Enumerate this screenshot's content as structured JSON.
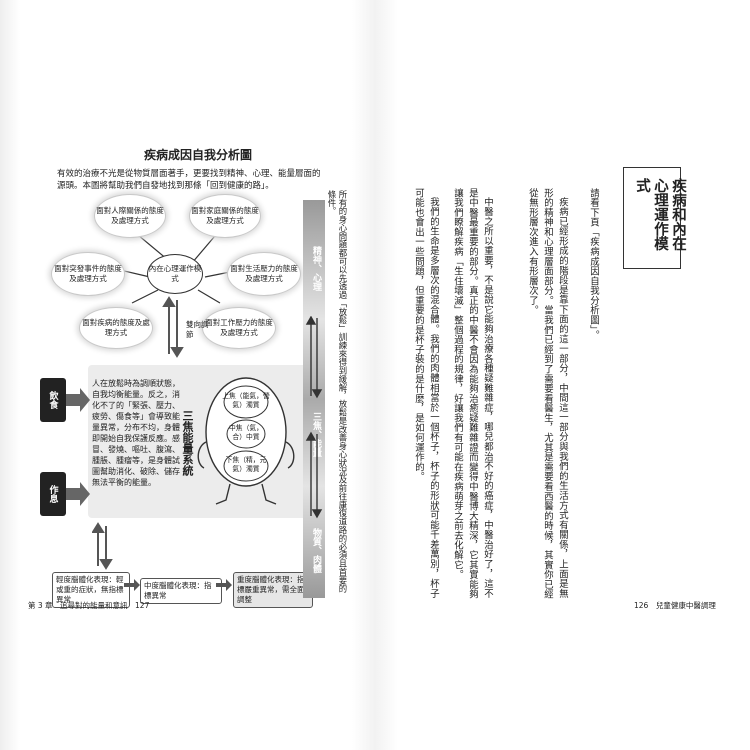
{
  "left_page": {
    "diagram_title": "疾病成因自我分析圖",
    "intro": "有效的治療不光是從物質層面著手，更要找到精神、心理、能量層面的源頭。本圖將幫助我們自發地找到那條「回到健康的路」。",
    "center_label": "內在心理運作模式",
    "bubbles": [
      "面對人際關係的態度及處理方式",
      "面對家庭關係的態度及處理方式",
      "面對突發事件的態度及處理方式",
      "面對生活壓力的態度及處理方式",
      "面對疾病的態度及處理方式",
      "面對工作壓力的態度及處理方式"
    ],
    "influence_label": "雙向調節",
    "body_text": "人在放鬆時為調順狀態，自我均衡能量。反之，消化不了的「緊張、壓力、疲勞、傷食等」會導致能量異常，分布不均，身體即開始自我保護反應。感冒、發燒、嘔吐、腹瀉、腫脹、腫瘤等，是身體試圖幫助消化、破除、儲存無法平衡的能量。",
    "sanjiao_label": "三焦能量系統",
    "side_labels": [
      "飲食",
      "作息"
    ],
    "upper_label": "上焦（能氣，營氣）濁質",
    "middle_label": "中焦（氣，合）中質",
    "lower_label": "下焦（精，元氣）濁質",
    "side_note": "所有的身心問題都可以先透過「放鬆」訓練來得到緩解，放鬆是改善身心狀況及前往康復道路的必須且首要的條件。",
    "side_column": [
      "精神、心理",
      "三焦、能量",
      "物質、肉體"
    ],
    "bottom_boxes": [
      "輕度腦體化表現：輕或重的症狀，無指標異常",
      "中度腦體化表現：指標異常",
      "重度腦體化表現：指標嚴重異常，需全面調整"
    ],
    "footer": "第 3 章　追尋對的能量和意訊　127"
  },
  "right_page": {
    "section_title": "疾病和內在心理運作模式",
    "paragraphs": [
      "請看下頁「疾病成因自我分析圖」。",
      "疾病已經形成的階段是靠下面的這一部分，中間這一部分與我們的生活方式有關係，上面是無形的精神和心理層面部分。當我們已經到了需要看醫生，尤其是需要看西醫的時候，其實你已經從無形層次進入有形層次了。",
      "中醫之所以重要，不是說它能夠治療各種疑難雜症，哪兒都治不好的癌症，中醫治好了，這不是中醫最重要的部分。真正的中醫不會因為能夠治癒疑難雜證而變得中醫博大精深，它其實能夠讓我們瞭解疾病「生住壞滅」整個過程的規律，好讓我們有可能在疾病萌芽之前去化解它。",
      "我們的生命是多層次的混合體。我們的肉體相當於一個杯子，杯子的形狀可能千差萬別，杯子可能也會出一些問題，但重要的是杯子裝的是什麼，是如何運作的。"
    ],
    "footer": "126　兒童健康中醫調理"
  }
}
